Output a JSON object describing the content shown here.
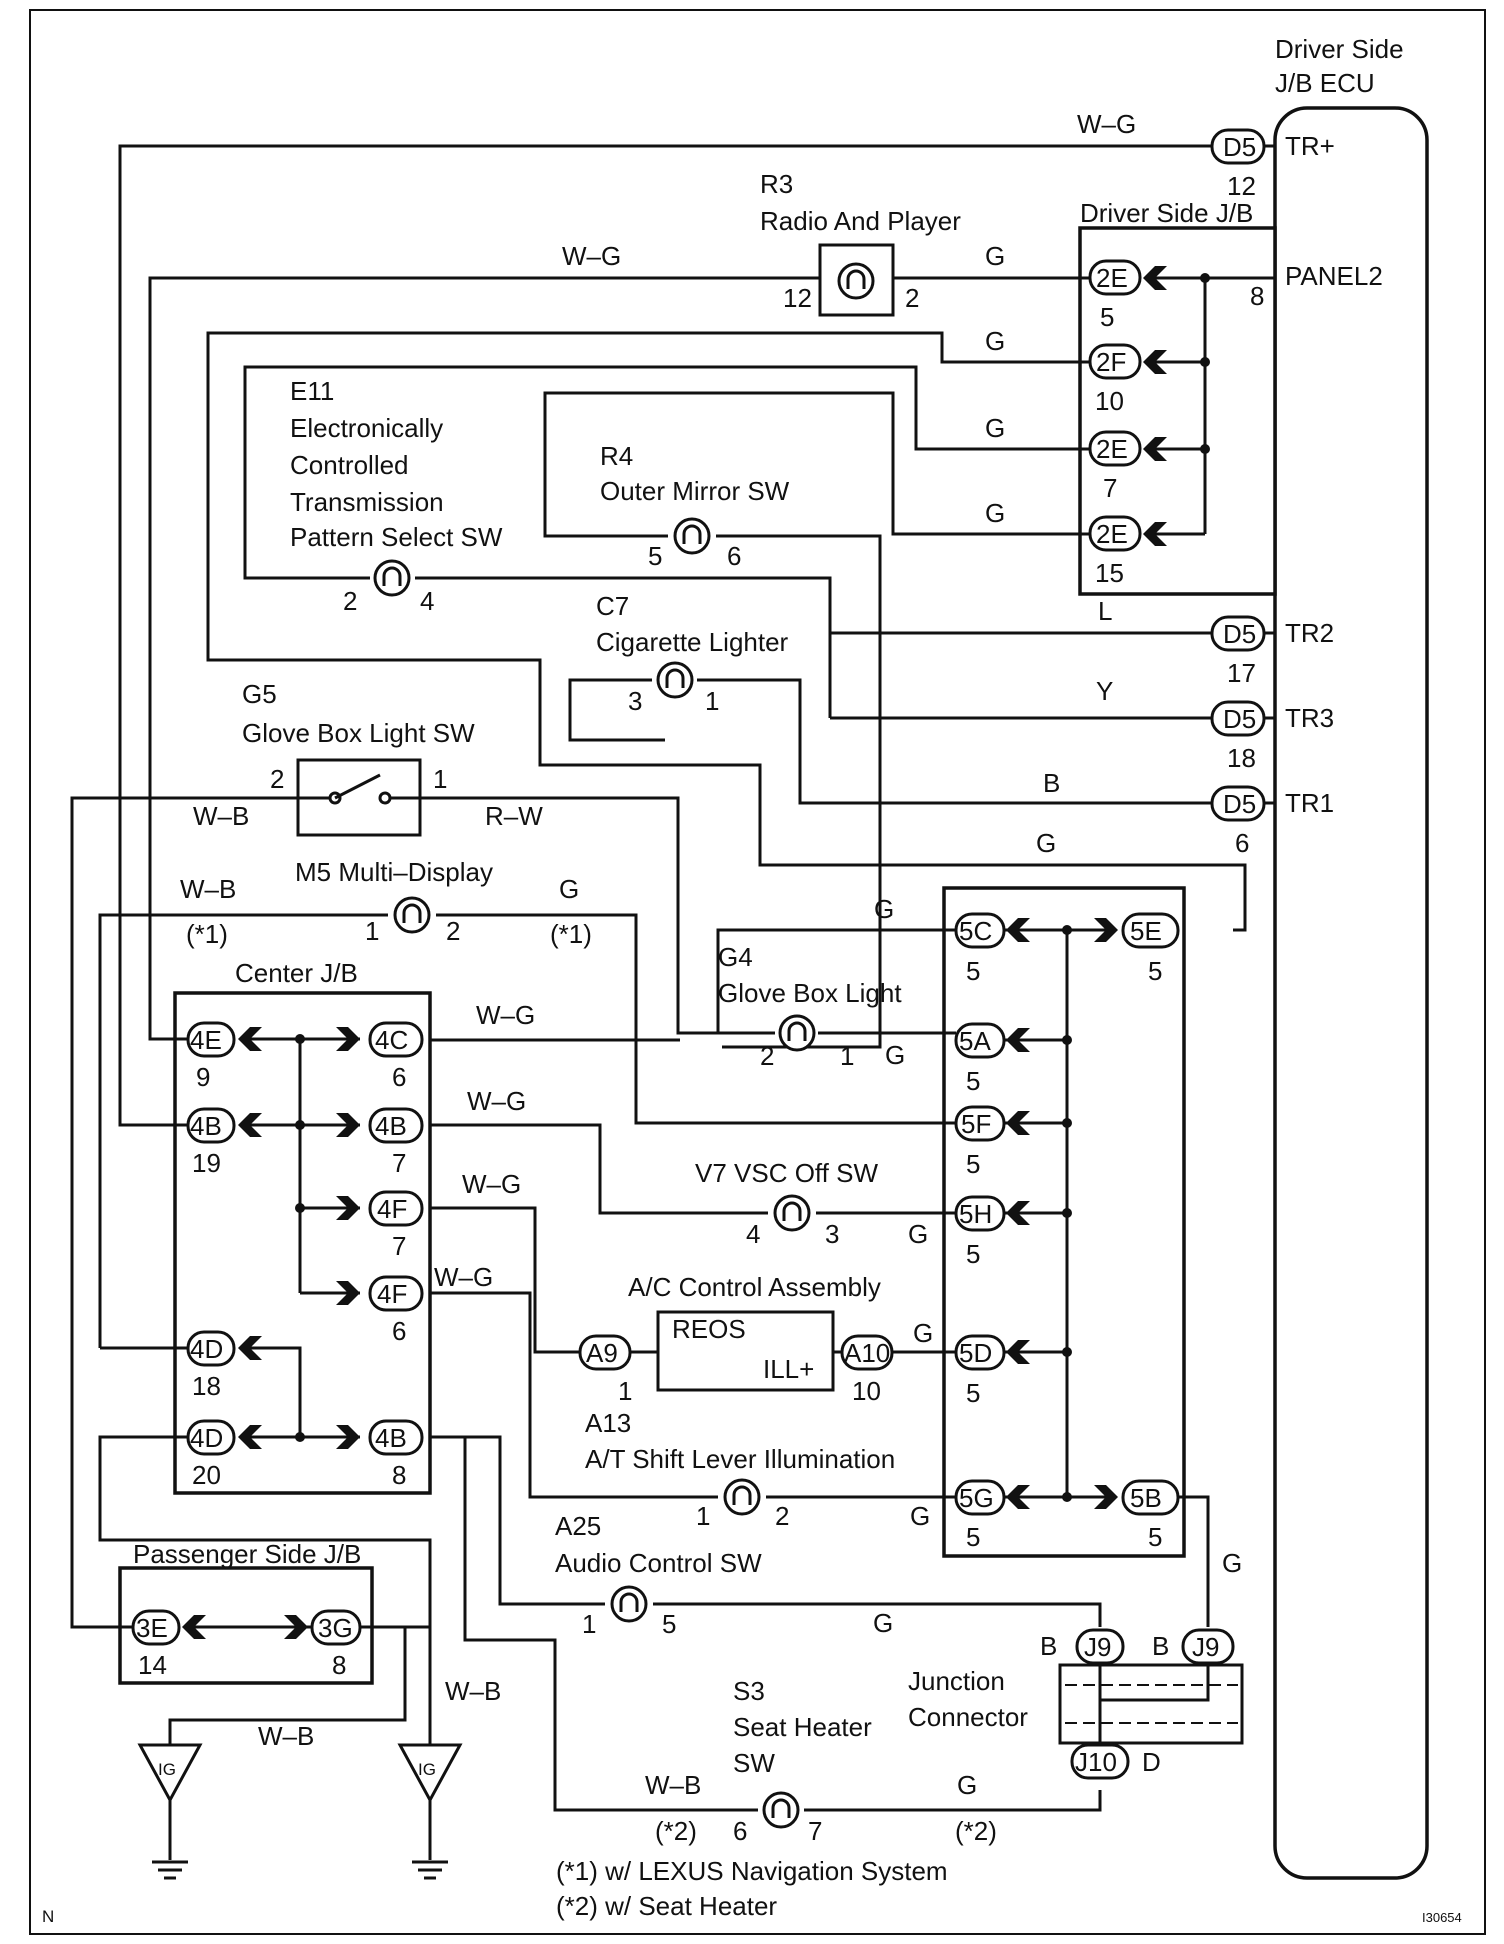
{
  "page": {
    "corner_left": "N",
    "corner_right": "I30654"
  },
  "ecu": {
    "title_line1": "Driver Side",
    "title_line2": "J/B ECU",
    "pin_tr_plus": "TR+",
    "pin_panel2": "PANEL2",
    "pin_tr2": "TR2",
    "pin_tr3": "TR3",
    "pin_tr1": "TR1"
  },
  "driver_jb": {
    "title": "Driver Side J/B",
    "c1": "2E",
    "c1_pin": "5",
    "c2": "2F",
    "c2_pin": "10",
    "c3": "2E",
    "c3_pin": "7",
    "c4": "2E",
    "c4_pin": "15",
    "panel_pin": "8"
  },
  "d5": {
    "label": "D5",
    "pin_tr_plus": "12",
    "pin_tr2": "17",
    "pin_tr3": "18",
    "pin_tr1": "6"
  },
  "r3": {
    "code": "R3",
    "name": "Radio And Player",
    "pin_a": "12",
    "pin_b": "2"
  },
  "e11": {
    "code": "E11",
    "line1": "Electronically",
    "line2": "Controlled",
    "line3": "Transmission",
    "line4": "Pattern Select SW",
    "pin_a": "2",
    "pin_b": "4"
  },
  "r4": {
    "code": "R4",
    "name": "Outer Mirror SW",
    "pin_a": "5",
    "pin_b": "6"
  },
  "c7": {
    "code": "C7",
    "name": "Cigarette Lighter",
    "pin_a": "3",
    "pin_b": "1"
  },
  "g5": {
    "code": "G5",
    "name": "Glove Box Light SW",
    "pin_a": "2",
    "pin_b": "1"
  },
  "m5": {
    "name": "M5 Multi–Display",
    "pin_a": "1",
    "pin_b": "2"
  },
  "g4": {
    "code": "G4",
    "name": "Glove Box Light",
    "pin_a": "2",
    "pin_b": "1"
  },
  "v7": {
    "name": "V7 VSC Off SW",
    "pin_a": "4",
    "pin_b": "3"
  },
  "ac": {
    "name": "A/C Control Assembly",
    "reos": "REOS",
    "ill": "ILL+",
    "a9": "A9",
    "a9_pin": "1",
    "a10": "A10",
    "a10_pin": "10"
  },
  "a13": {
    "code": "A13",
    "name": "A/T Shift Lever Illumination",
    "pin_a": "1",
    "pin_b": "2"
  },
  "a25": {
    "code": "A25",
    "name": "Audio Control SW",
    "pin_a": "1",
    "pin_b": "5"
  },
  "s3": {
    "code": "S3",
    "line1": "Seat Heater",
    "line2": "SW",
    "pin_a": "6",
    "pin_b": "7"
  },
  "center_jb": {
    "title": "Center J/B",
    "l1": "4E",
    "l1_pin": "9",
    "l2": "4B",
    "l2_pin": "19",
    "l3": "4D",
    "l3_pin": "18",
    "l4": "4D",
    "l4_pin": "20",
    "r1": "4C",
    "r1_pin": "6",
    "r2": "4B",
    "r2_pin": "7",
    "r3": "4F",
    "r3_pin": "7",
    "r4": "4F",
    "r4_pin": "6",
    "r5": "4B",
    "r5_pin": "8"
  },
  "pass_jb": {
    "title": "Passenger Side J/B",
    "a": "3E",
    "a_pin": "14",
    "b": "3G",
    "b_pin": "8"
  },
  "jb5": {
    "c": "5C",
    "e": "5E",
    "a": "5A",
    "f": "5F",
    "h": "5H",
    "d": "5D",
    "g": "5G",
    "b": "5B",
    "pin": "5"
  },
  "junction": {
    "line1": "Junction",
    "line2": "Connector",
    "j9": "J9",
    "j10": "J10",
    "b": "B",
    "d": "D"
  },
  "ground": {
    "ig": "IG"
  },
  "wires": {
    "wg": "W–G",
    "g": "G",
    "l": "L",
    "y": "Y",
    "b": "B",
    "wb": "W–B",
    "rw": "R–W",
    "note1": "(*1)",
    "note2": "(*2)"
  },
  "notes": {
    "n1": "(*1) w/ LEXUS Navigation System",
    "n2": "(*2) w/ Seat Heater"
  }
}
